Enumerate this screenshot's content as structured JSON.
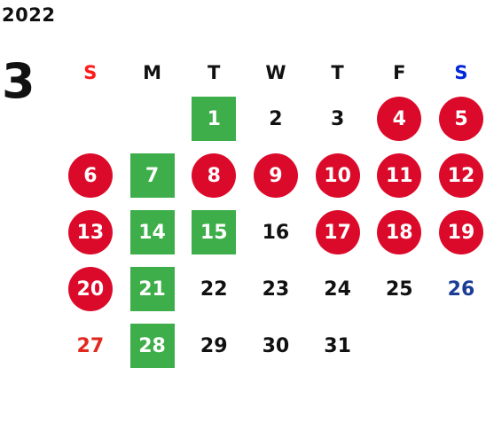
{
  "year": "2022",
  "month": "3",
  "weekdays": [
    {
      "label": "S",
      "color": "#ff1a1a"
    },
    {
      "label": "M",
      "color": "#111111"
    },
    {
      "label": "T",
      "color": "#111111"
    },
    {
      "label": "W",
      "color": "#111111"
    },
    {
      "label": "T",
      "color": "#111111"
    },
    {
      "label": "F",
      "color": "#111111"
    },
    {
      "label": "S",
      "color": "#0026d9"
    }
  ],
  "colors": {
    "holiday": "#dc0a2a",
    "workday": "#3dae49",
    "sunday_text": "#e0281e",
    "saturday_text": "#1b3d96"
  },
  "weeks": [
    [
      {
        "label": "",
        "style": "empty"
      },
      {
        "label": "",
        "style": "empty"
      },
      {
        "label": "1",
        "style": "work"
      },
      {
        "label": "2",
        "style": "normal"
      },
      {
        "label": "3",
        "style": "normal"
      },
      {
        "label": "4",
        "style": "holiday"
      },
      {
        "label": "5",
        "style": "holiday"
      }
    ],
    [
      {
        "label": "6",
        "style": "holiday"
      },
      {
        "label": "7",
        "style": "work"
      },
      {
        "label": "8",
        "style": "holiday"
      },
      {
        "label": "9",
        "style": "holiday"
      },
      {
        "label": "10",
        "style": "holiday"
      },
      {
        "label": "11",
        "style": "holiday"
      },
      {
        "label": "12",
        "style": "holiday"
      }
    ],
    [
      {
        "label": "13",
        "style": "holiday"
      },
      {
        "label": "14",
        "style": "work"
      },
      {
        "label": "15",
        "style": "work"
      },
      {
        "label": "16",
        "style": "normal"
      },
      {
        "label": "17",
        "style": "holiday"
      },
      {
        "label": "18",
        "style": "holiday"
      },
      {
        "label": "19",
        "style": "holiday"
      }
    ],
    [
      {
        "label": "20",
        "style": "holiday"
      },
      {
        "label": "21",
        "style": "work"
      },
      {
        "label": "22",
        "style": "normal"
      },
      {
        "label": "23",
        "style": "normal"
      },
      {
        "label": "24",
        "style": "normal"
      },
      {
        "label": "25",
        "style": "normal"
      },
      {
        "label": "26",
        "style": "sat"
      }
    ],
    [
      {
        "label": "27",
        "style": "sun"
      },
      {
        "label": "28",
        "style": "work"
      },
      {
        "label": "29",
        "style": "normal"
      },
      {
        "label": "30",
        "style": "normal"
      },
      {
        "label": "31",
        "style": "normal"
      },
      {
        "label": "",
        "style": "empty"
      },
      {
        "label": "",
        "style": "empty"
      }
    ]
  ]
}
